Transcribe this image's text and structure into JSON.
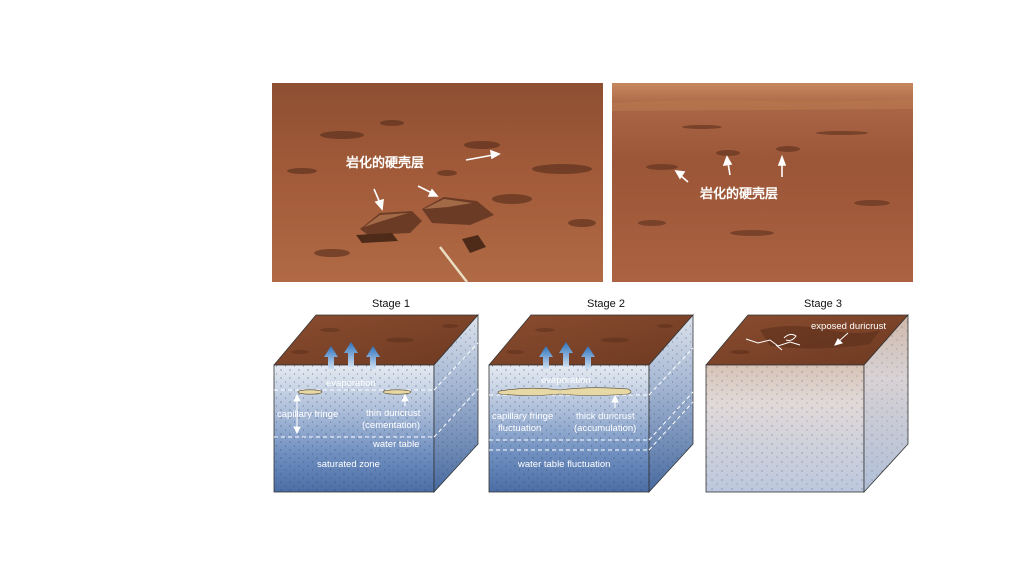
{
  "photos": {
    "left_label": "岩化的硬壳层",
    "right_label": "岩化的硬壳层"
  },
  "stages": [
    {
      "title": "Stage 1",
      "labels": {
        "evaporation": "evaporation",
        "capillary": "capillary fringe",
        "crust1": "thin duricrust",
        "crust2": "(cementation)",
        "water": "water table",
        "zone": "saturated zone"
      }
    },
    {
      "title": "Stage 2",
      "labels": {
        "evaporation": "evaporation",
        "capillary1": "capillary fringe",
        "capillary2": "fluctuation",
        "crust1": "thick duricrust",
        "crust2": "(accumulation)",
        "water": "water table fluctuation"
      }
    },
    {
      "title": "Stage 3",
      "labels": {
        "exposed": "exposed duricrust"
      }
    }
  ],
  "colors": {
    "soil": "#7a4328",
    "water_dark": "#4a6fa8",
    "water_light": "#dfe6f0",
    "arrow": "#3b7fc4"
  }
}
